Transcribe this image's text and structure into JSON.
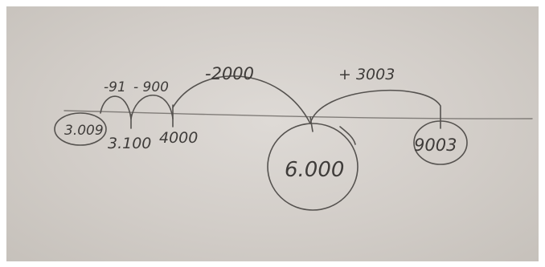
{
  "number_line": {
    "points": [
      {
        "label": "3.009",
        "circled": true
      },
      {
        "label": "3.100",
        "circled": false
      },
      {
        "label": "4000",
        "circled": false
      },
      {
        "label": "6.000",
        "circled": true
      },
      {
        "label": "9003",
        "circled": true
      }
    ],
    "jumps": [
      {
        "label": "-91"
      },
      {
        "label": "- 900"
      },
      {
        "label": "-2000"
      },
      {
        "label": "+ 3003"
      }
    ]
  },
  "colors": {
    "paper": "#d6d2ce",
    "pencil": "#55524f",
    "border": "#ffffff"
  }
}
